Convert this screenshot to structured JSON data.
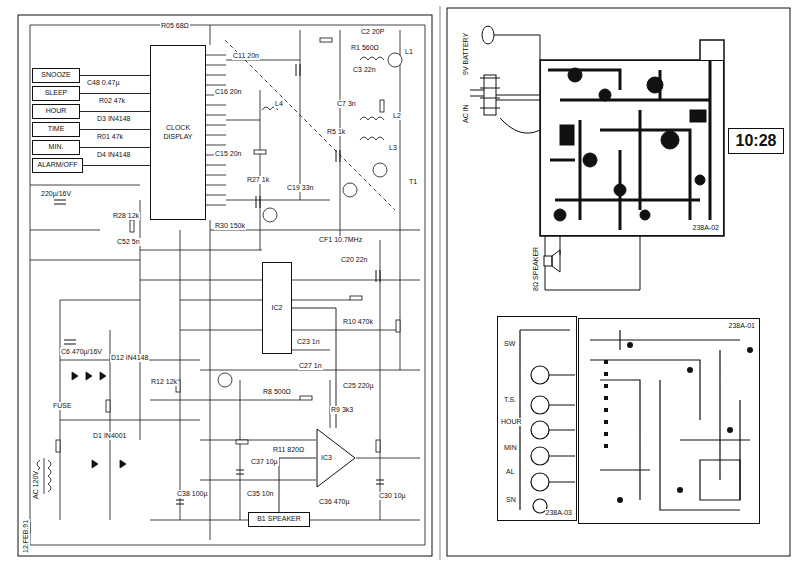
{
  "diagram": {
    "nodes": [
      {
        "text": [
          "CLOCK",
          "DISPLAY"
        ]
      },
      {
        "text": [
          "SNOOZE"
        ]
      },
      {
        "text": [
          "SLEEP"
        ]
      },
      {
        "text": [
          "HOUR"
        ]
      },
      {
        "text": [
          "TIME"
        ]
      },
      {
        "text": [
          "MIN."
        ]
      },
      {
        "text": [
          "ALARM/OFF"
        ]
      },
      {
        "text": [
          "IC2"
        ]
      },
      {
        "text": [
          "IC3"
        ]
      },
      {
        "text": [
          "B1 SPEAKER"
        ]
      },
      {
        "text": [
          "238A-02"
        ]
      },
      {
        "text": [
          "10:28"
        ]
      },
      {
        "text": [
          "238A-03"
        ]
      },
      {
        "text": [
          "238A-01"
        ]
      }
    ],
    "edges": [
      {
        "from": 1,
        "to": 0,
        "arrow": "none"
      },
      {
        "from": 2,
        "to": 0,
        "arrow": "none"
      },
      {
        "from": 3,
        "to": 0,
        "arrow": "none"
      },
      {
        "from": 4,
        "to": 0,
        "arrow": "none"
      },
      {
        "from": 5,
        "to": 0,
        "arrow": "none"
      },
      {
        "from": 6,
        "to": 0,
        "arrow": "none"
      },
      {
        "from": 7,
        "to": 8,
        "arrow": "none"
      },
      {
        "from": 8,
        "to": 9,
        "arrow": "none"
      }
    ],
    "labels": [
      "R05 68Ω",
      "C2 20P",
      "R1 560Ω",
      "L1",
      "C3 22n",
      "C7 3n",
      "R5 1k",
      "L2",
      "L3",
      "T1",
      "C16 20n",
      "C11 20n",
      "L4",
      "C15 20n",
      "R27 1k",
      "C19 33n",
      "R30 150k",
      "R28 12k",
      "C52 5n",
      "CF1 10.7MHz",
      "C20 22n",
      "R10 470k",
      "C23 1n",
      "R9 3k3",
      "C25 220µ",
      "C27 1n",
      "R8 500Ω",
      "C48 0.47µ",
      "R02 47k",
      "D3 IN4148",
      "R01 47k",
      "D4 IN4148",
      "220µ/16V",
      "C6 470µ/16V",
      "D1 IN4001",
      "R12 12k",
      "D12 IN4148",
      "FUSE",
      "AC 120V",
      "12.FEB.91",
      "C37 10µ",
      "R11 820Ω",
      "C35 10n",
      "C36 470µ",
      "C38 100µ",
      "C30 10µ",
      "9V BATTERY",
      "AC IN",
      "8Ω SPEAKER",
      "SW",
      "T.S.",
      "HOUR",
      "MIN",
      "AL",
      "SN"
    ]
  }
}
